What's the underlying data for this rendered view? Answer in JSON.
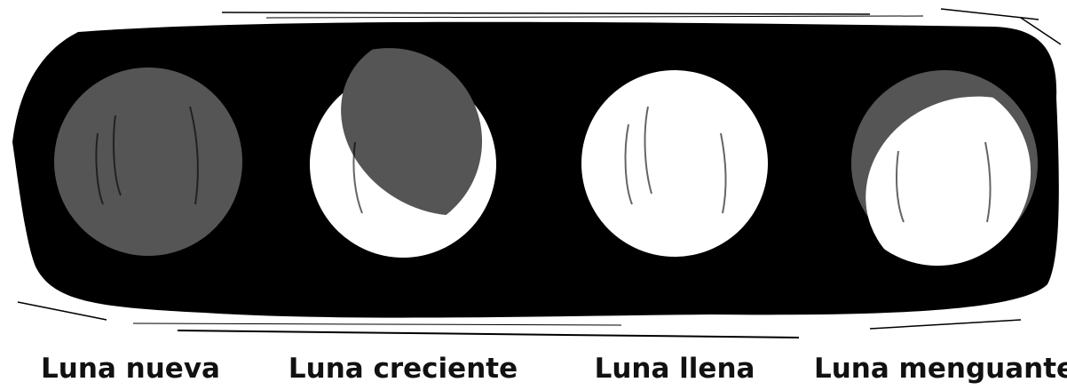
{
  "phases": [
    {
      "name": "Luna nueva",
      "illuminated": "none"
    },
    {
      "name": "Luna creciente",
      "illuminated": "lower-left crescent"
    },
    {
      "name": "Luna llena",
      "illuminated": "full"
    },
    {
      "name": "Luna menguante",
      "illuminated": "lower-right gibbous"
    }
  ],
  "colors": {
    "band": "#000000",
    "moon_lit": "#ffffff",
    "moon_dark": "#555555",
    "label_text": "#111111",
    "background": "#ffffff"
  }
}
